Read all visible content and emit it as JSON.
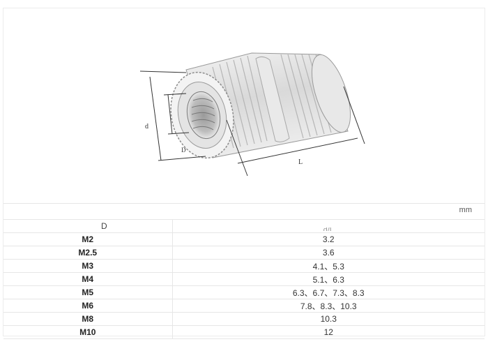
{
  "drawing": {
    "labels": {
      "d": "d",
      "D": "D",
      "L": "L"
    }
  },
  "table": {
    "unit": "mm",
    "header_left": "D",
    "header_right": "d/L",
    "rows": [
      {
        "size": "M2",
        "values": "3.2"
      },
      {
        "size": "M2.5",
        "values": "3.6"
      },
      {
        "size": "M3",
        "values": "4.1、5.3"
      },
      {
        "size": "M4",
        "values": "5.1、6.3"
      },
      {
        "size": "M5",
        "values": "6.3、6.7、7.3、8.3"
      },
      {
        "size": "M6",
        "values": "7.8、8.3、10.3"
      },
      {
        "size": "M8",
        "values": "10.3"
      },
      {
        "size": "M10",
        "values": "12"
      }
    ]
  }
}
